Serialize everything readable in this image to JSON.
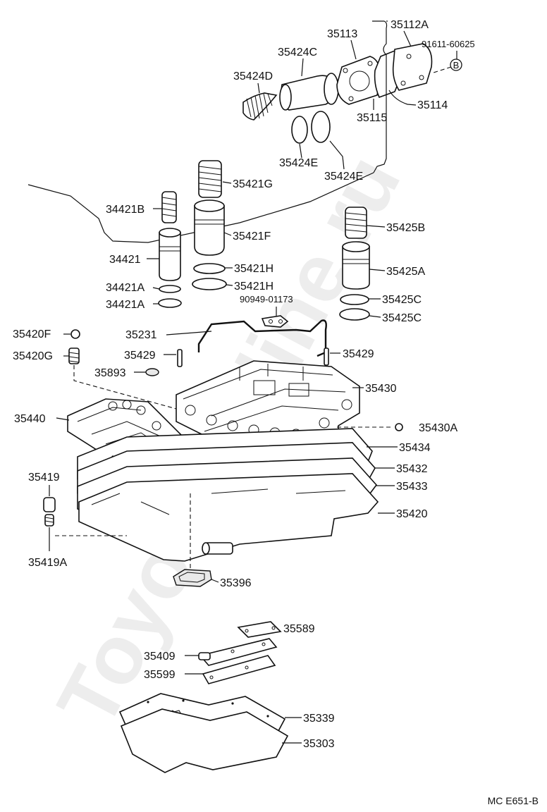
{
  "watermark": "ToyotaOnline.ru",
  "catalog_code": "MC E651-B",
  "parts": {
    "p35112A": "35112A",
    "p35113": "35113",
    "p91611": "91611-60625",
    "p35424C": "35424C",
    "p35424D": "35424D",
    "p35114": "35114",
    "p35115": "35115",
    "p35424E_a": "35424E",
    "p35424E_b": "35424E",
    "p35421G": "35421G",
    "p34421B": "34421B",
    "p35425B": "35425B",
    "p35421F": "35421F",
    "p34421": "34421",
    "p35425A": "35425A",
    "p35421H_a": "35421H",
    "p35421H_b": "35421H",
    "p34421A_a": "34421A",
    "p34421A_b": "34421A",
    "p35425C_a": "35425C",
    "p35425C_b": "35425C",
    "p90949": "90949-01173",
    "p35420F": "35420F",
    "p35231": "35231",
    "p35420G": "35420G",
    "p35429_a": "35429",
    "p35429_b": "35429",
    "p35893": "35893",
    "p35430": "35430",
    "p35440": "35440",
    "p35430A": "35430A",
    "p35434": "35434",
    "p35432": "35432",
    "p35419": "35419",
    "p35433": "35433",
    "p35420": "35420",
    "p35419A": "35419A",
    "p35396": "35396",
    "p35589": "35589",
    "p35409": "35409",
    "p35599": "35599",
    "p35339": "35339",
    "p35303": "35303"
  },
  "callouts": {
    "bolt_marker": "B"
  }
}
